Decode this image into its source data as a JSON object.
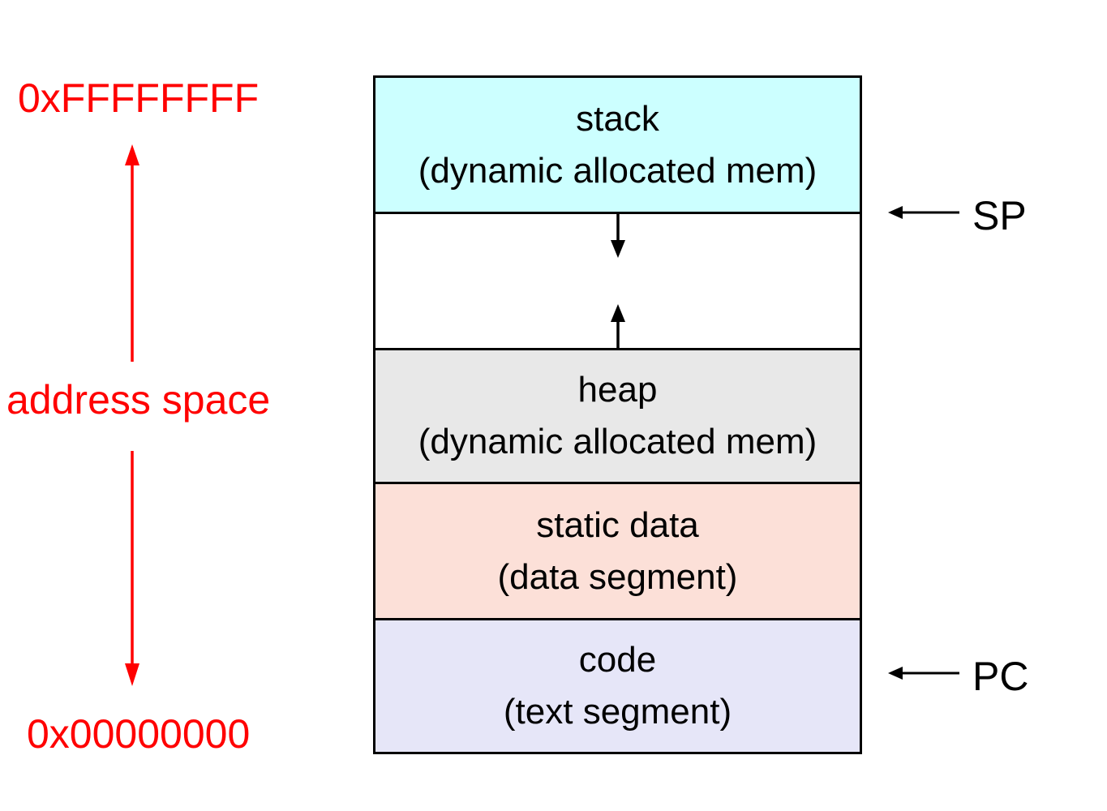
{
  "diagram": {
    "background": "#FFFFFF",
    "line_color": "#000000"
  },
  "axis": {
    "top_address": "0xFFFFFFFF",
    "bottom_address": "0x00000000",
    "label": "address space",
    "color": "#FF0000"
  },
  "segments": [
    {
      "name": "stack",
      "title": "stack",
      "subtitle": "(dynamic allocated mem)",
      "fill": "#CCFFFF"
    },
    {
      "name": "free-space",
      "title": "",
      "subtitle": "",
      "fill": "#FFFFFF"
    },
    {
      "name": "heap",
      "title": "heap",
      "subtitle": "(dynamic allocated mem)",
      "fill": "#E8E8E8"
    },
    {
      "name": "static-data",
      "title": "static data",
      "subtitle": "(data segment)",
      "fill": "#FCE0D8"
    },
    {
      "name": "code",
      "title": "code",
      "subtitle": "(text segment)",
      "fill": "#E6E6F8"
    }
  ],
  "registers": {
    "sp": "SP",
    "pc": "PC"
  },
  "icons": {
    "axis_top": "arrow-up",
    "axis_bottom": "arrow-down",
    "stack_growth": "arrow-down",
    "heap_growth": "arrow-up",
    "sp_pointer": "arrow-left",
    "pc_pointer": "arrow-left"
  }
}
